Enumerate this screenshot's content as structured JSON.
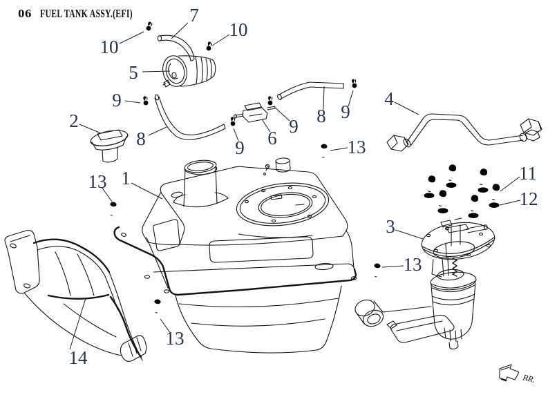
{
  "title": {
    "number": "06",
    "text": "FUEL TANK ASSY.(EFI)"
  },
  "direction_indicator": "RR.",
  "colors": {
    "background": "#ffffff",
    "line_art": "#141414",
    "callout_text": "#2a3246"
  },
  "part_numbers_visible": [
    "1",
    "2",
    "3",
    "4",
    "5",
    "6",
    "7",
    "8",
    "9",
    "10",
    "11",
    "12",
    "13",
    "14"
  ],
  "callouts": {
    "c1": "1",
    "c2": "2",
    "c3": "3",
    "c4": "4",
    "c5": "5",
    "c6": "6",
    "c7": "7",
    "c8a": "8",
    "c8b": "8",
    "c9a": "9",
    "c9b": "9",
    "c9c": "9",
    "c9d": "9",
    "c10a": "10",
    "c10b": "10",
    "c11": "11",
    "c12": "12",
    "c13a": "13",
    "c13b": "13",
    "c13c": "13",
    "c13d": "13",
    "c14": "14"
  }
}
